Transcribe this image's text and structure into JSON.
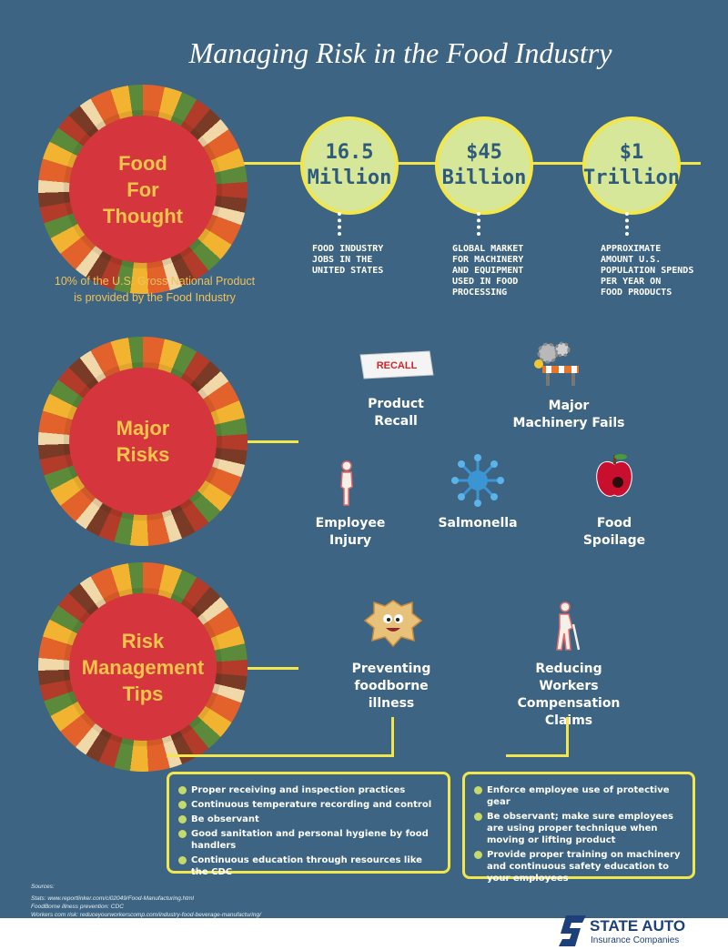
{
  "title": "Managing Risk in the Food Industry",
  "sections": {
    "food": {
      "line1": "Food",
      "line2": "For",
      "line3": "Thought"
    },
    "risks": {
      "line1": "Major",
      "line2": "Risks"
    },
    "tips": {
      "line1": "Risk",
      "line2": "Management",
      "line3": "Tips"
    }
  },
  "gnp_note": {
    "line1": "10% of the U.S. Gross National Product",
    "line2": "is provided by the Food Industry"
  },
  "stats": [
    {
      "top": "16.5",
      "bottom": "Million",
      "desc": [
        "Food industry",
        "jobs in the",
        "United States"
      ]
    },
    {
      "top": "$45",
      "bottom": "Billion",
      "desc": [
        "Global market",
        "for machinery",
        "and equipment",
        "used in food",
        "processing"
      ]
    },
    {
      "top": "$1",
      "bottom": "Trillion",
      "desc": [
        "Approximate",
        "amount U.S.",
        "population spends",
        "per year on",
        "food products"
      ]
    }
  ],
  "risks": {
    "recall_sign": "RECALL",
    "recall": [
      "Product",
      "Recall"
    ],
    "machinery": [
      "Major",
      "Machinery Fails"
    ],
    "injury": [
      "Employee",
      "Injury"
    ],
    "salmonella": [
      "Salmonella"
    ],
    "spoilage": [
      "Food",
      "Spoilage"
    ]
  },
  "tips": {
    "foodborne": [
      "Preventing",
      "foodborne",
      "illness"
    ],
    "workers": [
      "Reducing",
      "Workers Compensation",
      "Claims"
    ],
    "foodborne_items": [
      "Proper receiving and inspection practices",
      "Continuous temperature recording and control",
      "Be observant",
      "Good sanitation and personal hygiene by food handlers",
      "Continuous education through resources like the CDC"
    ],
    "workers_items": [
      "Enforce employee use of protective gear",
      "Be observant; make sure employees are using proper technique when moving or lifting product",
      "Provide proper training on machinery and continuous safety education to your employees"
    ]
  },
  "sources": {
    "heading": "Sources:",
    "lines": [
      "Stats: www.reportlinker.com/ci02049/Food-Manufacturing.html",
      "FoodBorne illness prevention: CDC",
      "Workers com risk: reduceyourworkerscomp.com/industry-food-beverage-manufacturing/"
    ]
  },
  "logo": {
    "name": "STATE AUTO",
    "sub": "Insurance Companies"
  },
  "colors": {
    "background": "#3d6482",
    "accent": "#f2e64d",
    "core": "#d5363d",
    "core_text": "#f5c44a",
    "stat_fill": "#d6e79a"
  }
}
